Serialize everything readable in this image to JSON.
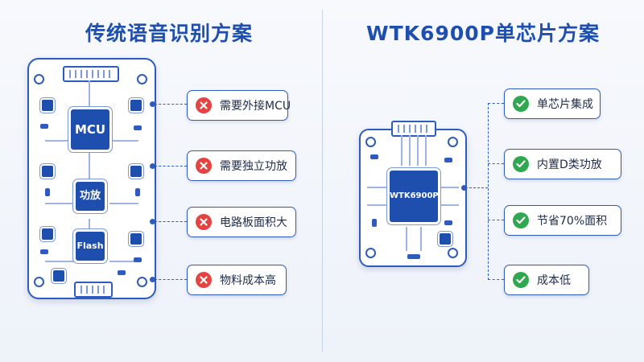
{
  "left": {
    "title": "传统语音识别方案",
    "chips": {
      "mcu": "MCU",
      "amp": "功放",
      "flash": "Flash"
    },
    "items": [
      {
        "label": "需要外接MCU",
        "status": "negative"
      },
      {
        "label": "需要独立功放",
        "status": "negative"
      },
      {
        "label": "电路板面积大",
        "status": "negative"
      },
      {
        "label": "物料成本高",
        "status": "negative"
      }
    ]
  },
  "right": {
    "title": "WTK6900P单芯片方案",
    "chip": "WTK6900P",
    "items": [
      {
        "label": "单芯片集成",
        "status": "positive"
      },
      {
        "label": "内置D类功放",
        "status": "positive"
      },
      {
        "label": "节省70%面积",
        "status": "positive"
      },
      {
        "label": "成本低",
        "status": "positive"
      }
    ]
  },
  "colors": {
    "accent": "#1f4fae",
    "negative": "#e54242",
    "positive": "#2fa84f"
  },
  "icons": {
    "negative": "x-circle-icon",
    "positive": "check-circle-icon"
  }
}
